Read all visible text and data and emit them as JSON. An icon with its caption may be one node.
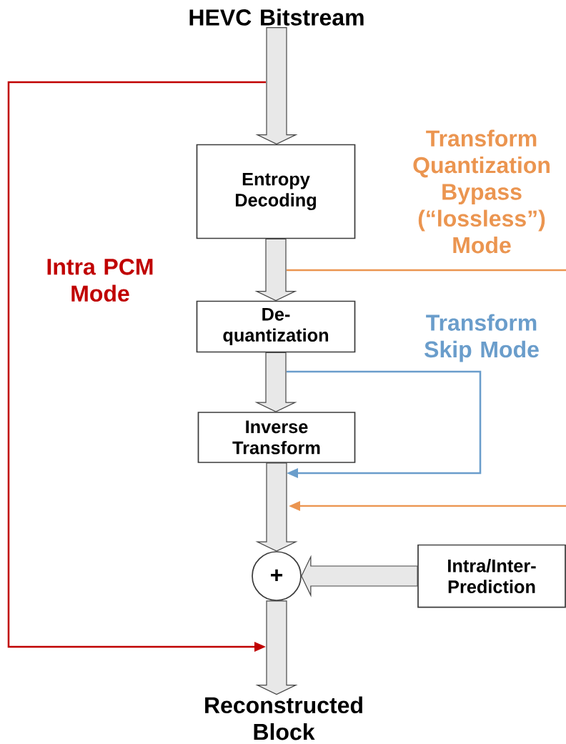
{
  "diagram": {
    "nodes": [
      {
        "text": [
          "HEVC Bitstream"
        ]
      },
      {
        "text": [
          "Entropy Decoding"
        ]
      },
      {
        "text": [
          "De-quantization"
        ]
      },
      {
        "text": [
          "Inverse Transform"
        ]
      },
      {
        "text": [
          "+"
        ]
      },
      {
        "text": [
          "Intra/Inter-Prediction"
        ]
      },
      {
        "text": [
          "Reconstructed Block"
        ]
      }
    ],
    "edges": [
      {
        "from": 0,
        "to": 1,
        "arrow": "to"
      },
      {
        "from": 1,
        "to": 2,
        "arrow": "to"
      },
      {
        "from": 2,
        "to": 3,
        "arrow": "to"
      },
      {
        "from": 3,
        "to": 4,
        "arrow": "to"
      },
      {
        "from": 5,
        "to": 4,
        "arrow": "to"
      },
      {
        "from": 4,
        "to": 6,
        "arrow": "to"
      },
      {
        "from": 0,
        "to": 6,
        "arrow": "to",
        "color": "#c00000",
        "label": "Intra PCM Mode"
      },
      {
        "from": 2,
        "to": 3,
        "arrow": "to",
        "color": "#6a9dcb",
        "label": "Transform Skip Mode"
      },
      {
        "from": 1,
        "to": 3,
        "arrow": "to",
        "color": "#eb9550",
        "label": "Transform Quantization Bypass (“lossless”) Mode"
      }
    ]
  }
}
